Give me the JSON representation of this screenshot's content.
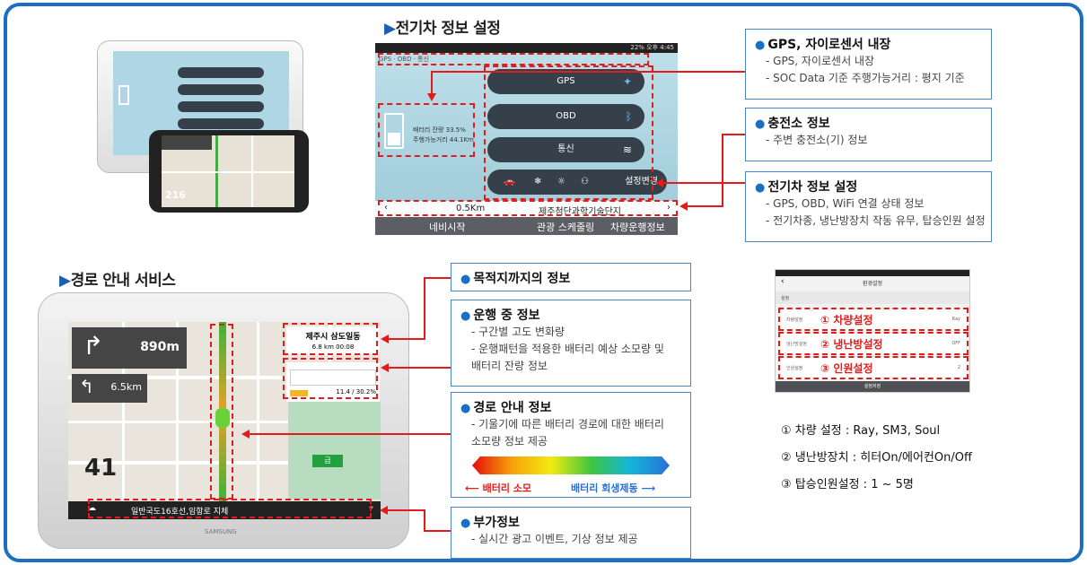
{
  "section1": {
    "title": "전기차 정보 설정"
  },
  "section2": {
    "title": "경로 안내 서비스"
  },
  "ev_screen": {
    "status_items": [
      "GPS",
      "OBD",
      "통신"
    ],
    "battery_text": "배터리 잔량 33.5%",
    "range_text": "주행가능거리 44.1Km",
    "pills": [
      "GPS",
      "OBD",
      "통신"
    ],
    "settings_btn": "설정변경",
    "distance": "0.5Km",
    "destination": "제주첨단과학기술단지",
    "bottom": [
      "네비시작",
      "관광 스케줄링",
      "차량운행정보"
    ]
  },
  "callouts_top": [
    {
      "title": "GPS, 자이로센서 내장",
      "lines": [
        "- GPS, 자이로센서 내장",
        "- SOC Data 기준 주행가능거리 : 평지 기준"
      ]
    },
    {
      "title": "충전소 정보",
      "lines": [
        "- 주변 충전소(기) 정보"
      ]
    },
    {
      "title": "전기차 정보 설정",
      "lines": [
        "- GPS, OBD, WiFi 연결 상태 정보",
        "- 전기차종, 냉난방장치 작동 유무, 탑승인원 설정"
      ]
    }
  ],
  "callouts_bottom": [
    {
      "title": "목적지까지의 정보",
      "lines": []
    },
    {
      "title": "운행 중 정보",
      "lines": [
        "- 구간별 고도 변화량",
        "- 운행패턴을 적용한 배터리 예상 소모량 및",
        "  배터리 잔량 정보"
      ]
    },
    {
      "title": "경로 안내 정보",
      "lines": [
        "- 기울기에 따른 배터리 경로에 대한 배터리",
        "  소모량 정보 제공"
      ]
    },
    {
      "title": "부가정보",
      "lines": [
        "- 실시간 광고 이벤트, 기상 정보 제공"
      ]
    }
  ],
  "gradient_labels": {
    "left": "배터리 소모",
    "right": "배터리 회생제동"
  },
  "nav_screen": {
    "dist1": "890m",
    "dist2": "6.5km",
    "dest_name": "제주시 삼도일동",
    "dest_info": "6.8 km  00:08",
    "battery": "11.4 / 30.2%",
    "speed": "41",
    "ticker": "일반국도16호선,임항로 지체",
    "brand": "SAMSUNG"
  },
  "settings_screen": {
    "header": "환경설정",
    "section": "설정",
    "rows": [
      {
        "small": "차량설정",
        "label": "① 차량설정",
        "value": "Ray"
      },
      {
        "small": "냉난방설정",
        "label": "② 냉난방설정",
        "value": "OFF"
      },
      {
        "small": "인원설정",
        "label": "③ 인원설정",
        "value": "2"
      }
    ],
    "footer": "설정저장"
  },
  "notes": [
    "① 차량 설정 : Ray, SM3, Soul",
    "② 냉난방장치 : 히터On/에어컨On/Off",
    "③ 탑승인원설정 : 1 ~ 5명"
  ],
  "colors": {
    "frame": "#1a6fc2",
    "red": "#e31b1b",
    "box_border": "#4a87c8"
  }
}
